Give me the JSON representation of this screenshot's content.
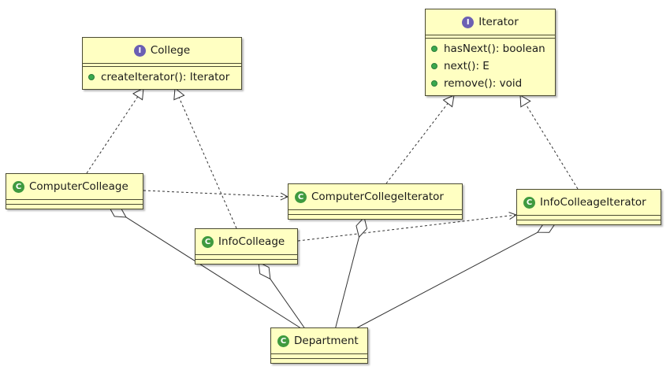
{
  "colors": {
    "box_fill": "#ffffc2",
    "box_border": "#4a4a32",
    "interface_badge": "#6b5fb3",
    "class_badge": "#3f9a3f",
    "method_dot": "#3aa84d",
    "line": "#333333"
  },
  "icons": {
    "interface": "I",
    "class": "C"
  },
  "nodes": [
    {
      "id": "college",
      "kind": "interface",
      "name": "College",
      "members": [
        "createIterator(): Iterator"
      ]
    },
    {
      "id": "iterator",
      "kind": "interface",
      "name": "Iterator",
      "members": [
        "hasNext(): boolean",
        "next(): E",
        "remove(): void"
      ]
    },
    {
      "id": "computer-colleage",
      "kind": "class",
      "name": "ComputerColleage",
      "members": []
    },
    {
      "id": "info-colleage",
      "kind": "class",
      "name": "InfoColleage",
      "members": []
    },
    {
      "id": "computer-college-iterator",
      "kind": "class",
      "name": "ComputerCollegeIterator",
      "members": []
    },
    {
      "id": "info-colleage-iterator",
      "kind": "class",
      "name": "InfoColleageIterator",
      "members": []
    },
    {
      "id": "department",
      "kind": "class",
      "name": "Department",
      "members": []
    }
  ],
  "relationships": [
    {
      "type": "realization",
      "from": "computer-colleage",
      "to": "college"
    },
    {
      "type": "realization",
      "from": "info-colleage",
      "to": "college"
    },
    {
      "type": "realization",
      "from": "computer-college-iterator",
      "to": "iterator"
    },
    {
      "type": "realization",
      "from": "info-colleage-iterator",
      "to": "iterator"
    },
    {
      "type": "dependency",
      "from": "computer-colleage",
      "to": "computer-college-iterator"
    },
    {
      "type": "dependency",
      "from": "info-colleage",
      "to": "info-colleage-iterator"
    },
    {
      "type": "aggregation",
      "whole": "computer-colleage",
      "part": "department"
    },
    {
      "type": "aggregation",
      "whole": "info-colleage",
      "part": "department"
    },
    {
      "type": "aggregation",
      "whole": "computer-college-iterator",
      "part": "department"
    },
    {
      "type": "aggregation",
      "whole": "info-colleage-iterator",
      "part": "department"
    }
  ]
}
